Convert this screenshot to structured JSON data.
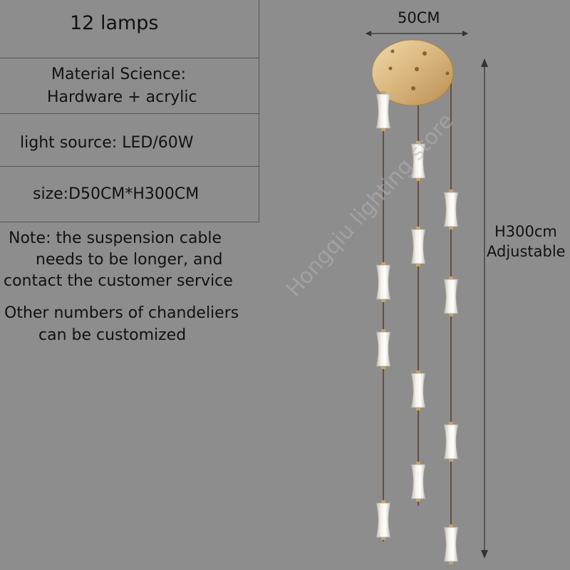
{
  "specs": {
    "title": "12 lamps",
    "material_line1": "Material Science:",
    "material_line2": "Hardware + acrylic",
    "light_source": "light source: LED/60W",
    "size": "size:D50CM*H300CM",
    "note_line1": "Note: the suspension cable",
    "note_line2": "needs to be longer, and",
    "note_line3": "contact the customer service",
    "other_line1": "Other numbers of chandeliers",
    "other_line2": "can be customized"
  },
  "dimensions": {
    "width_label": "50CM",
    "height_line1": "H300cm",
    "height_line2": "Adjustable"
  },
  "watermark": "Hongqiu lighting store",
  "colors": {
    "background": "#8d8d8d",
    "canopy": "#d8b47a",
    "cable": "#5a3f2e",
    "lamp": "#e4e0da"
  }
}
